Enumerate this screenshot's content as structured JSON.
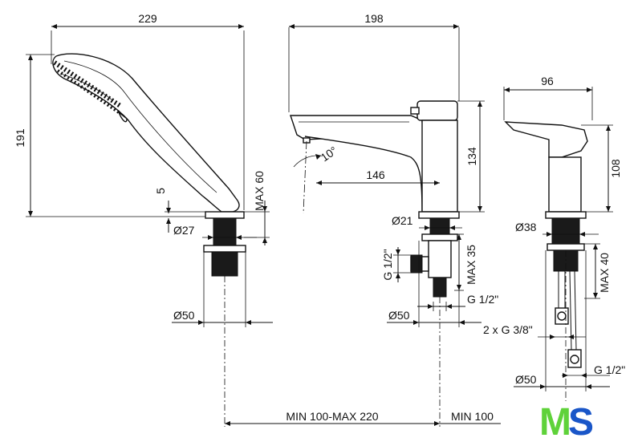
{
  "dimensions": {
    "hand_shower": {
      "width": "229",
      "height": "191",
      "gap": "5",
      "max_height": "MAX 60",
      "hose_diameter": "Ø27",
      "base_diameter": "Ø50"
    },
    "faucet": {
      "width": "198",
      "angle": "10°",
      "spout_reach": "146",
      "height": "134",
      "inner_diameter": "Ø21",
      "thread_side": "G 1/2\"",
      "max_depth": "MAX 35",
      "thread_bottom": "G 1/2\"",
      "base_diameter": "Ø50"
    },
    "side_view": {
      "width": "96",
      "height": "108",
      "inner_diameter": "Ø38",
      "max_depth": "MAX 40",
      "hose_threads": "2 x G 3/8\"",
      "thread_bottom": "G 1/2\"",
      "base_diameter": "Ø50"
    },
    "spacing": {
      "range": "MIN 100-MAX 220",
      "min": "MIN 100"
    }
  },
  "logo": {
    "text": "MS",
    "colors": {
      "m": "#5fd23a",
      "s": "#1a56c8"
    }
  }
}
